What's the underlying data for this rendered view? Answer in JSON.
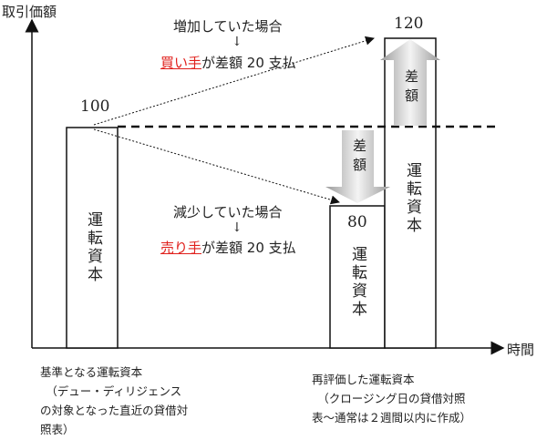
{
  "axes": {
    "y_label": "取引価額",
    "x_label": "時間"
  },
  "bars": [
    {
      "value_label": "100",
      "text": "運転資本"
    },
    {
      "value_label": "80",
      "text": "運転資本"
    },
    {
      "value_label": "120",
      "text": "運転資本"
    }
  ],
  "difference_label": "差額",
  "increase": {
    "case": "増加していた場合",
    "arrow": "↓",
    "payer": "買い手",
    "rest": "が差額 20 支払"
  },
  "decrease": {
    "case": "減少していた場合",
    "arrow": "↓",
    "payer": "売り手",
    "rest": "が差額 20 支払"
  },
  "notes": {
    "base": "基準となる運転資本\n　（デュー・ディリジェンス\nの対象となった直近の貸借対\n照表）",
    "revalued": "再評価した運転資本\n　（クロージング日の貸借対照\n表～通常は２週間以内に作成）"
  },
  "colors": {
    "accent_red": "#e0201c"
  }
}
